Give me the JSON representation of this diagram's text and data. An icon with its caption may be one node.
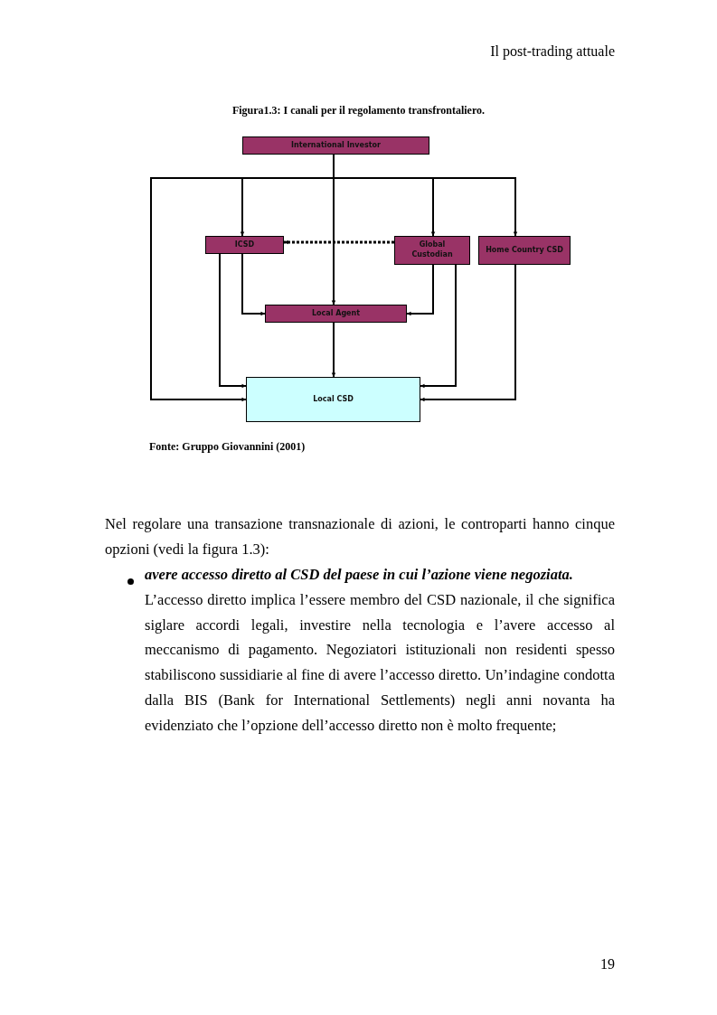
{
  "diagram": {
    "title": "Figura1.3: I canali per il regolamento transfrontaliero.",
    "caption": "Fonte: Gruppo Giovannini (2001)",
    "nodes": [
      {
        "text": [
          "International Investor"
        ]
      },
      {
        "text": [
          "ICSD"
        ]
      },
      {
        "text": [
          "Global Custodian"
        ]
      },
      {
        "text": [
          "Home Country CSD"
        ]
      },
      {
        "text": [
          "Local Agent"
        ]
      },
      {
        "text": [
          "Local CSD"
        ]
      }
    ],
    "edges": [
      {
        "from": 0,
        "to": 1,
        "arrow": "to"
      },
      {
        "from": 0,
        "to": 2,
        "arrow": "to"
      },
      {
        "from": 0,
        "to": 3,
        "arrow": "to"
      },
      {
        "from": 0,
        "to": 4,
        "arrow": "to"
      },
      {
        "from": 0,
        "to": 5,
        "arrow": "to"
      },
      {
        "from": 2,
        "to": 1,
        "arrow": "to",
        "style": "dashed"
      },
      {
        "from": 1,
        "to": 4,
        "arrow": "to"
      },
      {
        "from": 1,
        "to": 5,
        "arrow": "to"
      },
      {
        "from": 2,
        "to": 4,
        "arrow": "to"
      },
      {
        "from": 2,
        "to": 5,
        "arrow": "to"
      },
      {
        "from": 3,
        "to": 5,
        "arrow": "to"
      },
      {
        "from": 4,
        "to": 5,
        "arrow": "to"
      }
    ],
    "labels": [
      "Il post-trading attuale",
      "Nel regolare una transazione transnazionale di azioni, le controparti hanno cinque opzioni (vedi la figura 1.3):",
      "avere accesso diretto al CSD del paese in cui l’azione viene negoziata.",
      "L’accesso diretto implica l’essere membro del CSD nazionale, il che significa siglare accordi legali, investire nella tecnologia e l’avere accesso al meccanismo di pagamento. Negoziatori istituzionali non residenti spesso stabiliscono sussidiarie al fine di avere l’accesso diretto. Un’indagine condotta dalla BIS (Bank for International Settlements) negli anni novanta ha evidenziato che l’opzione dell’accesso diretto non è molto frequente;",
      "19"
    ]
  }
}
